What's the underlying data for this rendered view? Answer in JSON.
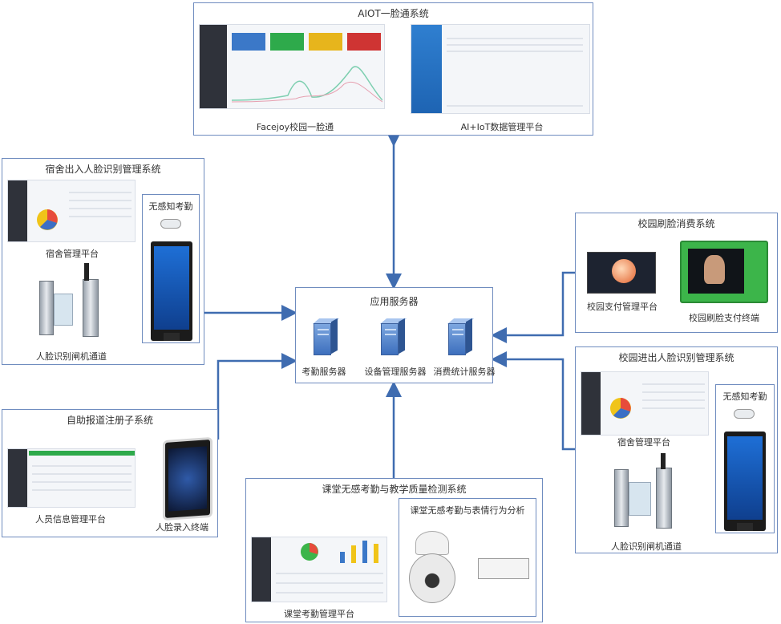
{
  "aiot": {
    "title": "AIOT一脸通系统",
    "cap_left": "Facejoy校园一脸通",
    "cap_right": "AI+IoT数据管理平台"
  },
  "dorm": {
    "title": "宿舍出入人脸识别管理系统",
    "cap_platform": "宿舍管理平台",
    "cap_gate": "人脸识别闸机通道",
    "kiosk_title": "无感知考勤"
  },
  "server": {
    "title": "应用服务器",
    "items": [
      "考勤服务器",
      "设备管理服务器",
      "消费统计服务器"
    ]
  },
  "consume": {
    "title": "校园刷脸消费系统",
    "cap_left": "校园支付管理平台",
    "cap_right": "校园刷脸支付终端"
  },
  "register": {
    "title": "自助报道注册子系统",
    "cap_left": "人员信息管理平台",
    "cap_right": "人脸录入终端"
  },
  "campus": {
    "title": "校园进出人脸识别管理系统",
    "cap_platform": "宿舍管理平台",
    "cap_gate": "人脸识别闸机通道",
    "kiosk_title": "无感知考勤"
  },
  "classroom": {
    "title": "课堂无感考勤与教学质量检测系统",
    "sub_title": "课堂无感考勤与表情行为分析",
    "cap_left": "课堂考勤管理平台"
  },
  "colors": {
    "frame": "#6f8cbf",
    "arrow": "#3f6cb0"
  }
}
